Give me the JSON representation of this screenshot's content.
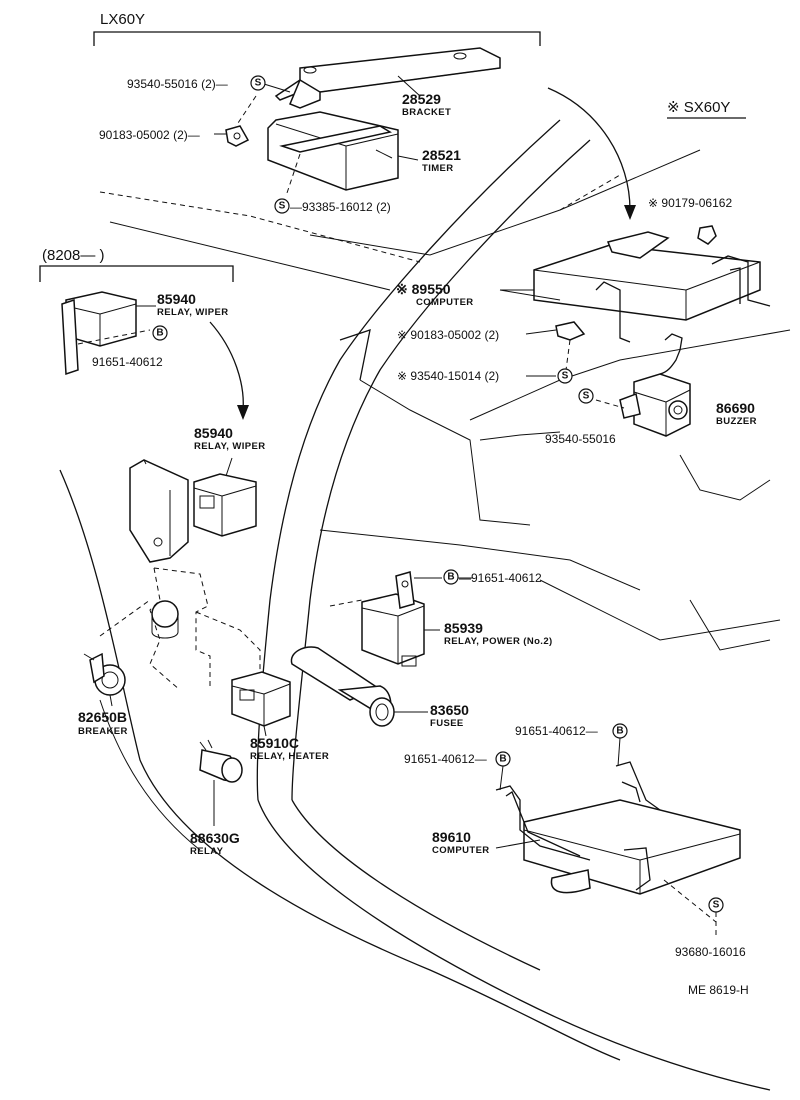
{
  "headers": {
    "lx60y": "LX60Y",
    "sx60y": "※ SX60Y",
    "range_8208": "(8208—          )"
  },
  "callouts": {
    "c_93540_55016_a": "93540-55016 (2)—",
    "c_90183_05002": "90183-05002 (2)—",
    "c_93385_16012": "—93385-16012 (2)",
    "c_90179_06162": "※ 90179-06162",
    "c_90183_05002_b": "※ 90183-05002 (2)",
    "c_93540_15014": "※ 93540-15014 (2)",
    "c_93540_55016_b": "93540-55016",
    "c_91651_40612_a": "91651-40612",
    "c_91651_40612_b": "—91651-40612",
    "c_91651_40612_c": "91651-40612—",
    "c_91651_40612_d": "91651-40612—",
    "c_93680_16016": "93680-16016"
  },
  "parts": [
    {
      "number": "28529",
      "name": "BRACKET"
    },
    {
      "number": "28521",
      "name": "TIMER"
    },
    {
      "number": "※ 89550",
      "name": "COMPUTER"
    },
    {
      "number": "85940",
      "name": "RELAY, WIPER"
    },
    {
      "number": "85940",
      "name": "RELAY, WIPER"
    },
    {
      "number": "86690",
      "name": "BUZZER"
    },
    {
      "number": "85939",
      "name": "RELAY, POWER (No.2)"
    },
    {
      "number": "83650",
      "name": "FUSEE"
    },
    {
      "number": "82650B",
      "name": "BREAKER"
    },
    {
      "number": "85910C",
      "name": "RELAY, HEATER"
    },
    {
      "number": "88630G",
      "name": "RELAY"
    },
    {
      "number": "89610",
      "name": "COMPUTER"
    }
  ],
  "symbols": {
    "s": "S",
    "b": "B"
  },
  "footer": {
    "ref": "ME  8619-H"
  }
}
